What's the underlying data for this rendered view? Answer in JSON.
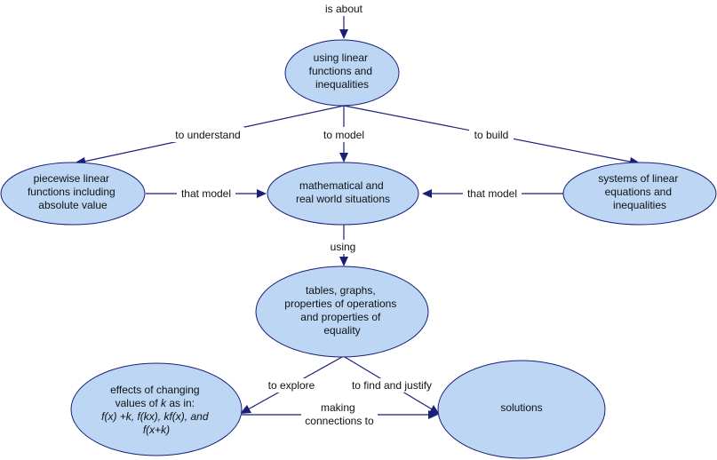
{
  "diagram": {
    "nodes": {
      "linear": [
        "using linear",
        "functions and",
        "inequalities"
      ],
      "piecewise": [
        "piecewise linear",
        "functions including",
        "absolute value"
      ],
      "situations": [
        "mathematical and",
        "real world situations"
      ],
      "systems": [
        "systems of linear",
        "equations and",
        "inequalities"
      ],
      "tools": [
        "tables, graphs,",
        "properties of operations",
        "and properties of",
        "equality"
      ],
      "effects": {
        "line1": "effects of changing",
        "line2_pre": "values of ",
        "line2_var": "k",
        "line2_post": " as in:",
        "line3": "f(x) +k, f(kx), kf(x), and",
        "line4": "f(x+k)"
      },
      "solutions": [
        "solutions"
      ]
    },
    "links": {
      "is_about": "is about",
      "to_understand": "to understand",
      "to_model": "to model",
      "to_build": "to build",
      "that_model_left": "that model",
      "that_model_right": "that model",
      "using": "using",
      "to_explore": "to explore",
      "to_find_and_justify": "to find and justify",
      "making_connections": [
        "making",
        "connections to"
      ]
    },
    "colors": {
      "node_fill": "#bcd6f4",
      "node_stroke": "#1a1f7a",
      "edge": "#1a1f7a"
    }
  }
}
